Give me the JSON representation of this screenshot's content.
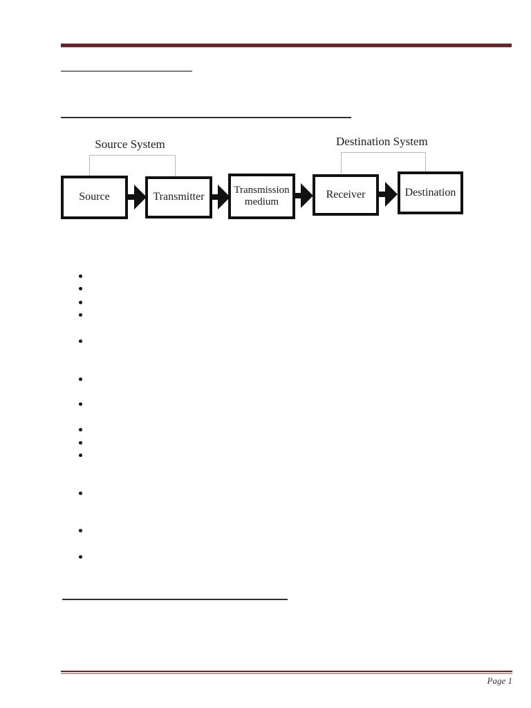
{
  "footer": {
    "page_label": "Page 1"
  },
  "diagram": {
    "source_system_label": "Source System",
    "destination_system_label": "Destination System",
    "boxes": [
      {
        "id": "source",
        "label": "Source"
      },
      {
        "id": "transmitter",
        "label": "Transmitter"
      },
      {
        "id": "transmission-medium",
        "label": "Transmission medium"
      },
      {
        "id": "receiver",
        "label": "Receiver"
      },
      {
        "id": "destination",
        "label": "Destination"
      }
    ]
  },
  "bullets": {
    "count": 13,
    "y_positions": [
      400,
      418,
      438,
      456,
      494,
      549,
      585,
      622,
      641,
      659,
      714,
      768,
      806
    ]
  },
  "colors": {
    "accent_dark": "#5e2626",
    "accent_light": "#bb9a9a",
    "accent_pale": "#cdb5b5",
    "box_border": "#111111"
  }
}
